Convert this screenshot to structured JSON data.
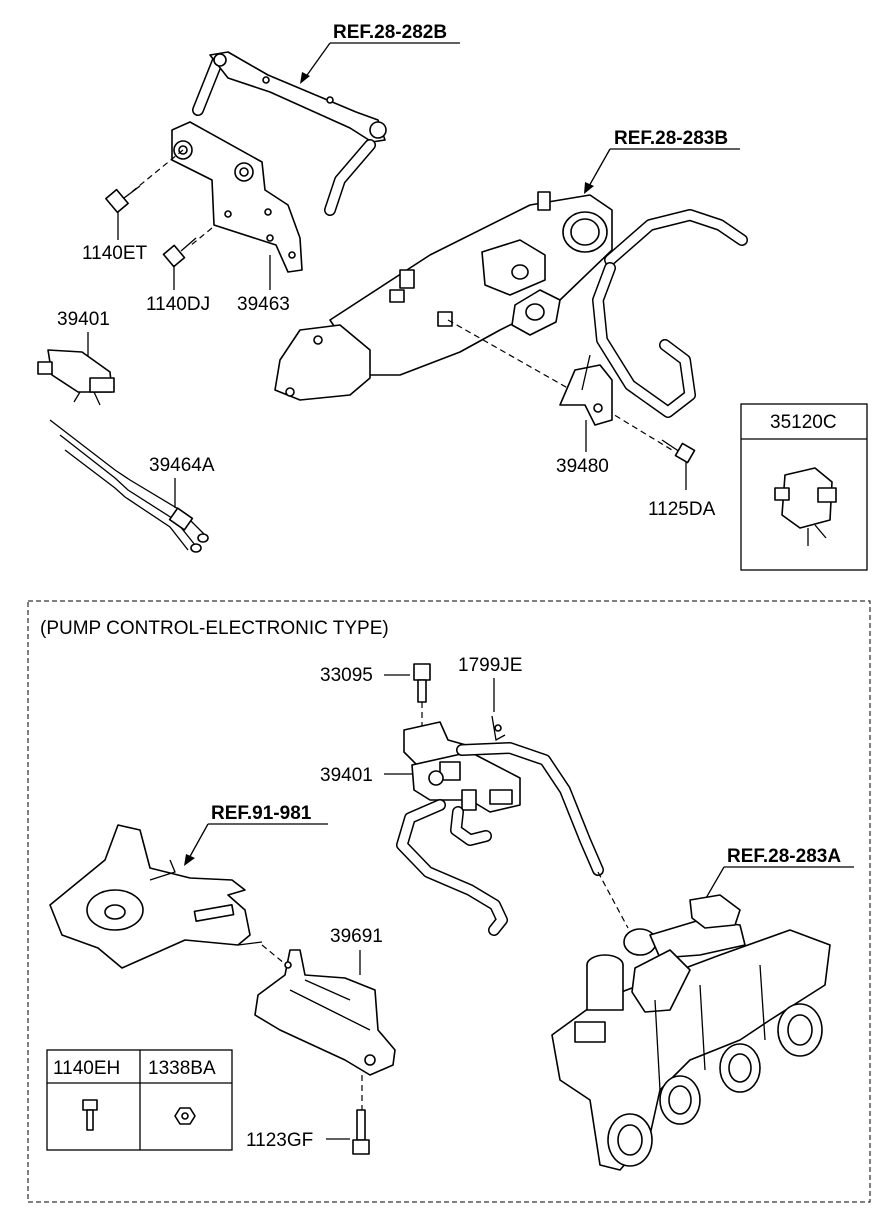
{
  "top": {
    "refs": [
      "REF.28-282B",
      "REF.28-283B"
    ],
    "labels": [
      "1140ET",
      "1140DJ",
      "39463",
      "39401",
      "39464A",
      "39480",
      "1125DA"
    ],
    "inset": {
      "title": "35120C"
    }
  },
  "bottom": {
    "title": "(PUMP CONTROL-ELECTRONIC TYPE)",
    "refs": [
      "REF.91-981",
      "REF.28-283A"
    ],
    "labels": [
      "33095",
      "1799JE",
      "39401",
      "39691",
      "1123GF"
    ],
    "table": {
      "headers": [
        "1140EH",
        "1338BA"
      ]
    }
  }
}
